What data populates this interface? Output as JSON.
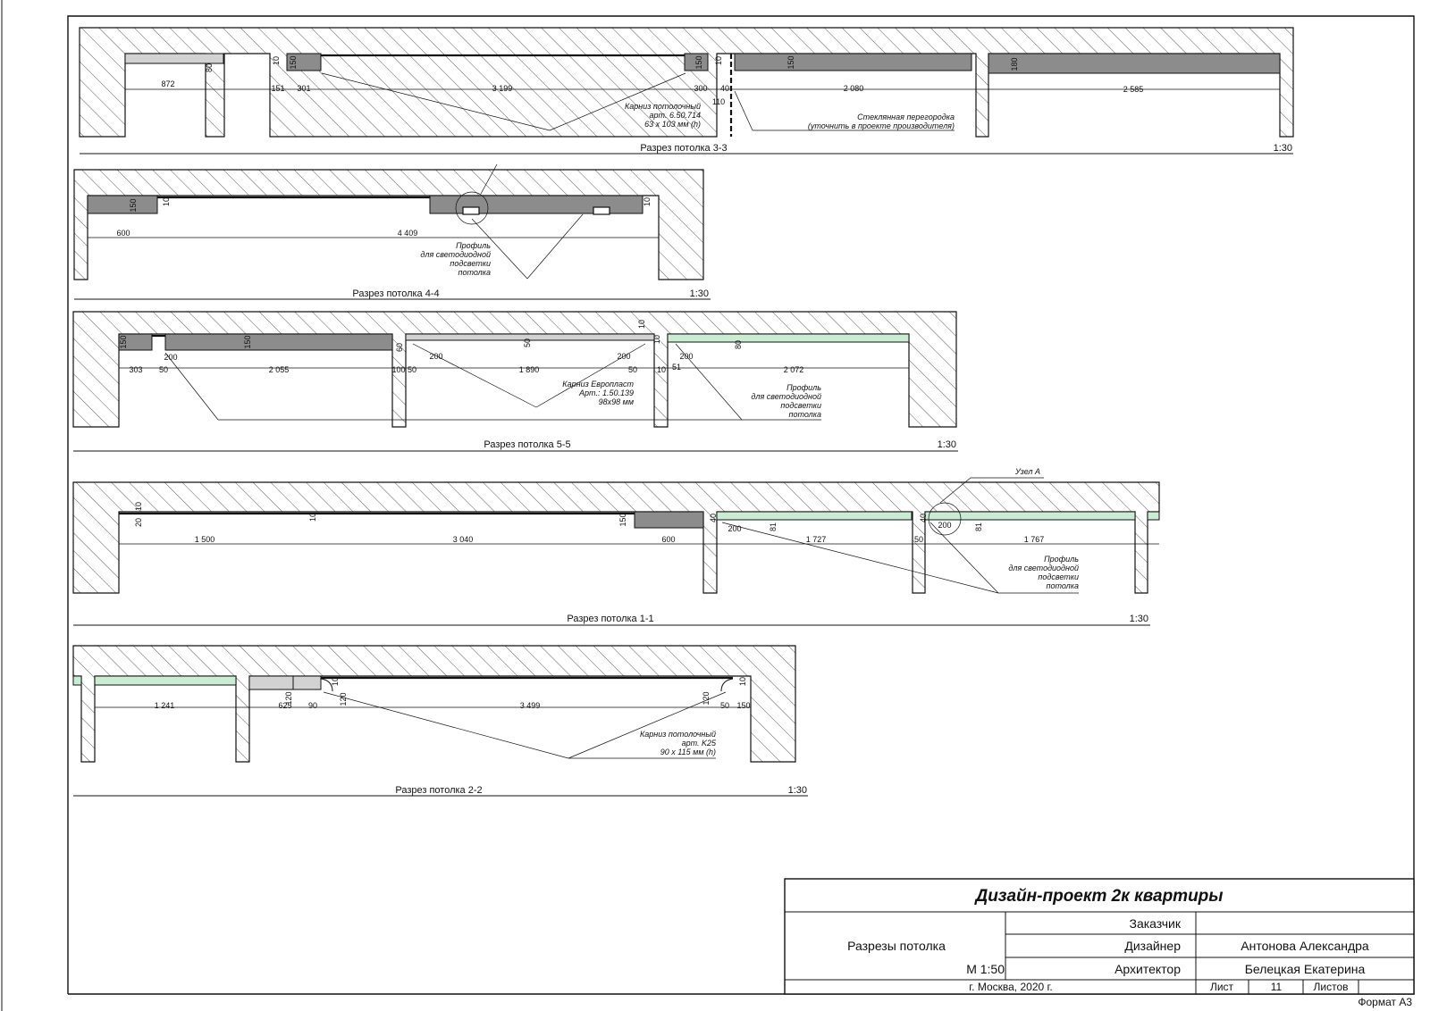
{
  "sections": {
    "s33": {
      "title": "Разрез потолка 3-3",
      "scale": "1:30",
      "dims": [
        "872",
        "80",
        "151",
        "301",
        "10",
        "150",
        "3 199",
        "150",
        "300",
        "40",
        "10",
        "110",
        "150",
        "2 080",
        "180",
        "2 585"
      ],
      "note1": [
        "Карниз потолочный",
        "арт. 6.50.714",
        "63 x 103 мм (h)"
      ],
      "note2": [
        "Стеклянная перегородка",
        "(уточнить в проекте производителя)"
      ]
    },
    "s44": {
      "title": "Разрез потолка 4-4",
      "scale": "1:30",
      "dims": [
        "150",
        "10",
        "600",
        "4 409",
        "10"
      ],
      "note": [
        "Профиль",
        "для светодиодной",
        "подсветки",
        "потолка"
      ]
    },
    "s55": {
      "title": "Разрез потолка 5-5",
      "scale": "1:30",
      "dims": [
        "150",
        "150",
        "200",
        "303",
        "50",
        "2 055",
        "60",
        "50",
        "200",
        "100",
        "50",
        "1 890",
        "200",
        "10",
        "50",
        "10",
        "200",
        "10",
        "51",
        "80",
        "2 072"
      ],
      "note1": [
        "Карниз Европласт",
        "Арт.: 1.50.139",
        "98x98 мм"
      ],
      "note2": [
        "Профиль",
        "для светодиодной",
        "подсветки",
        "потолка"
      ]
    },
    "s11": {
      "title": "Разрез потолка 1-1",
      "scale": "1:30",
      "node_label": "Узел А",
      "dims": [
        "20",
        "10",
        "1 500",
        "10",
        "3 040",
        "150",
        "600",
        "40",
        "200",
        "81",
        "1 727",
        "50",
        "40",
        "200",
        "81",
        "1 767"
      ],
      "note": [
        "Профиль",
        "для светодиодной",
        "подсветки",
        "потолка"
      ]
    },
    "s22": {
      "title": "Разрез потолка 2-2",
      "scale": "1:30",
      "dims": [
        "1 241",
        "120",
        "10",
        "625",
        "90",
        "120",
        "3 499",
        "120",
        "10",
        "50",
        "150"
      ],
      "note": [
        "Карниз потолочный",
        "арт. K25",
        "90 x 115 мм (h)"
      ]
    }
  },
  "title_block": {
    "project": "Дизайн-проект 2к квартиры",
    "sheet_name": "Разрезы потолка",
    "scale": "М 1:50",
    "customer_label": "Заказчик",
    "designer_label": "Дизайнер",
    "designer_name": "Антонова Александра",
    "architect_label": "Архитектор",
    "architect_name": "Белецкая Екатерина",
    "city": "г. Москва, 2020 г.",
    "sheet_label": "Лист",
    "sheet_number": "11",
    "sheets_label": "Листов",
    "sheets_total": ""
  },
  "format": "Формат А3"
}
